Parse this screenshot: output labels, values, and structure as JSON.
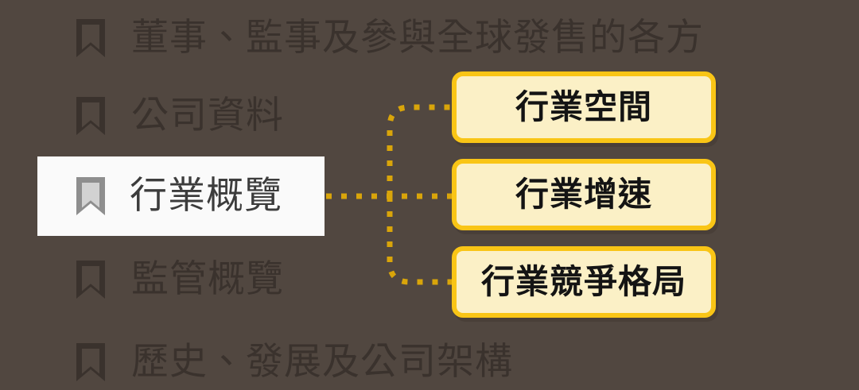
{
  "theme": {
    "background": "#514740",
    "dim_text": "#3a322d",
    "active_card_bg": "#fafafa",
    "active_text": "#3c3c3c",
    "node_fill": "#fbf0c6",
    "node_border": "#f9c516",
    "node_text": "#141414",
    "connector": "#d9a50a"
  },
  "sidebar": {
    "items": [
      {
        "label": "董事、監事及參與全球發售的各方",
        "icon": "bookmark-icon",
        "active": false
      },
      {
        "label": "公司資料",
        "icon": "bookmark-icon",
        "active": false
      },
      {
        "label": "行業概覽",
        "icon": "bookmark-icon",
        "active": true
      },
      {
        "label": "監管概覽",
        "icon": "bookmark-icon",
        "active": false
      },
      {
        "label": "歷史、發展及公司架構",
        "icon": "bookmark-icon",
        "active": false
      }
    ]
  },
  "nodes": [
    {
      "label": "行業空間"
    },
    {
      "label": "行業增速"
    },
    {
      "label": "行業競爭格局"
    }
  ]
}
